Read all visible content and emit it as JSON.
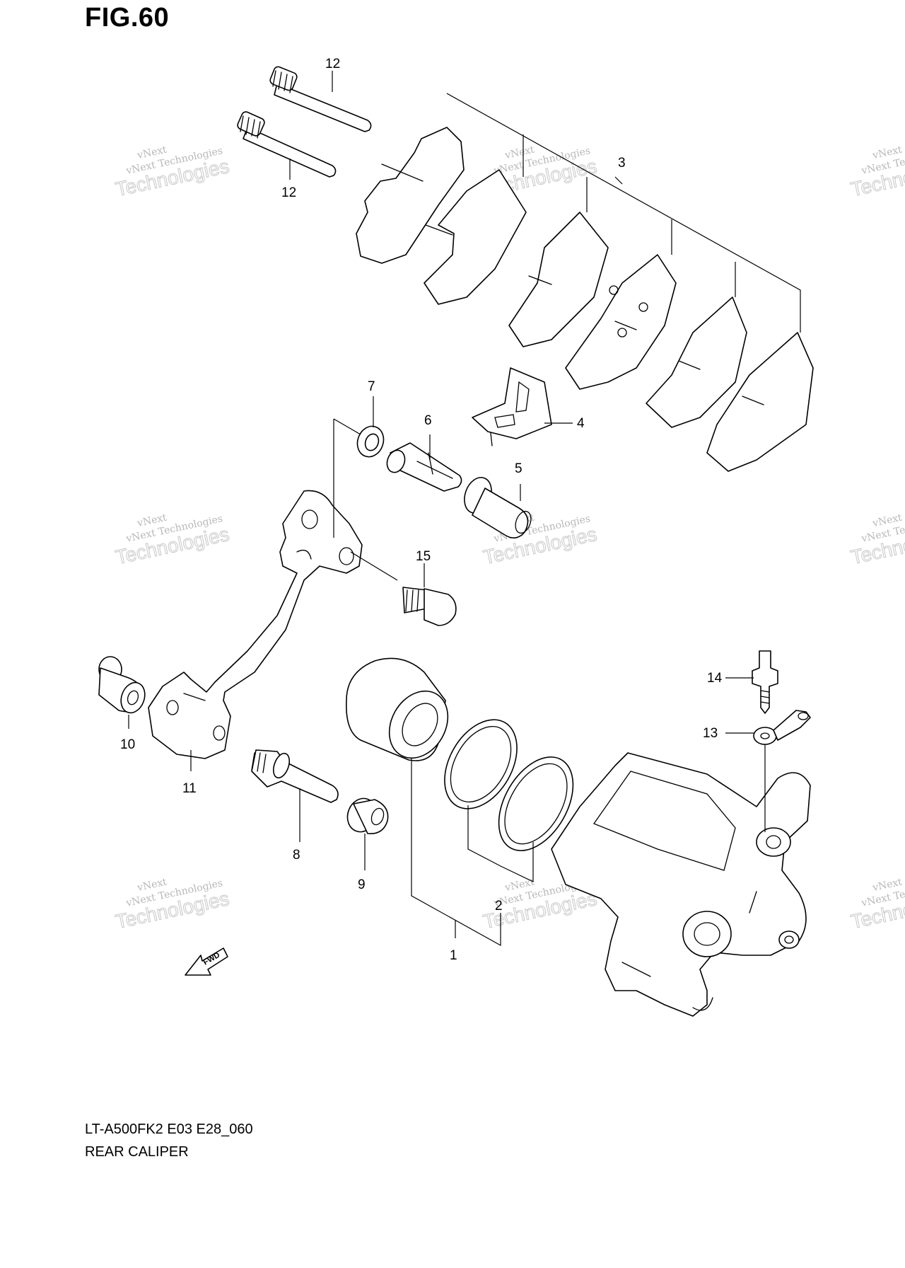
{
  "figure": {
    "title": "FIG.60",
    "model_code": "LT-A500FK2 E03 E28_060",
    "caption": "REAR CALIPER"
  },
  "watermark": {
    "line1": "vNext Technologies",
    "line2": "vNext",
    "line3": "Technologies"
  },
  "fwd_arrow": {
    "label": "FWD"
  },
  "callouts": [
    "1",
    "2",
    "3",
    "4",
    "5",
    "6",
    "7",
    "8",
    "9",
    "10",
    "11",
    "12",
    "12",
    "13",
    "14",
    "15"
  ]
}
